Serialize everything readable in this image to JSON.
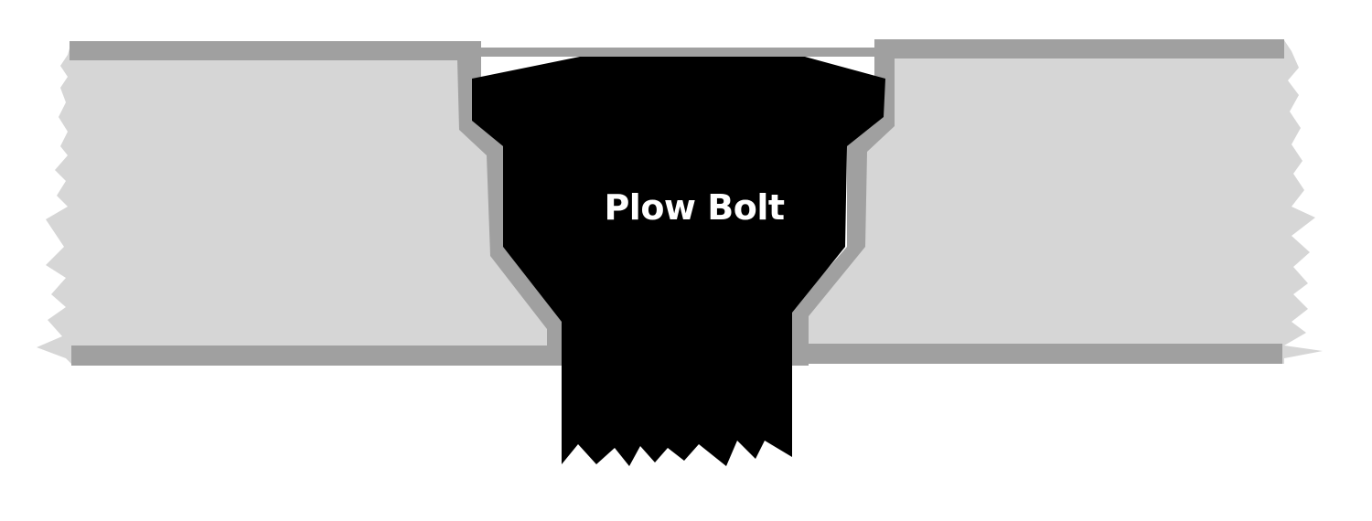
{
  "diagram": {
    "bolt_label": "Plow Bolt"
  },
  "colors": {
    "plate_fill": "#d6d6d6",
    "plate_edge": "#a0a0a0",
    "bolt_fill": "#000000",
    "label_color": "#ffffff",
    "background": "#ffffff"
  },
  "components": {
    "left_plate": "left-plate",
    "right_plate": "right-plate",
    "bolt": "plow-bolt"
  }
}
